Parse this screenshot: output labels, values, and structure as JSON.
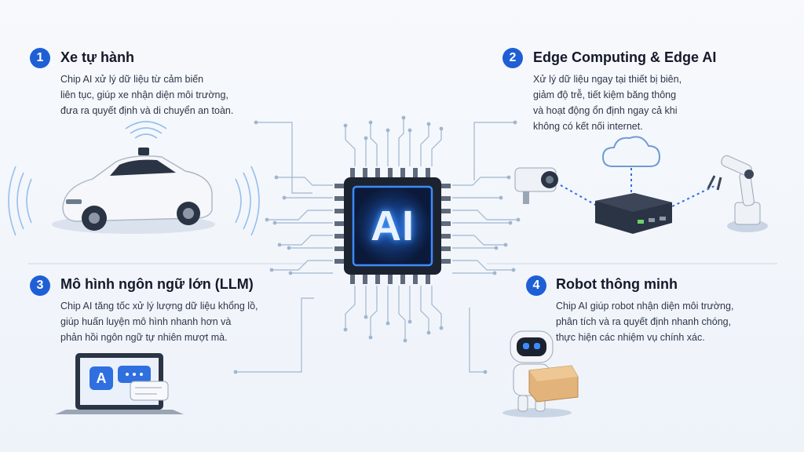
{
  "chip": {
    "label": "AI"
  },
  "sections": [
    {
      "number": "1",
      "title": "Xe tự hành",
      "lines": [
        "Chip AI xử lý dữ liệu từ cảm biến",
        "liên tục, giúp xe nhận diện môi trường,",
        "đưa ra quyết định và di chuyển an toàn."
      ]
    },
    {
      "number": "2",
      "title": "Edge Computing & Edge AI",
      "lines": [
        "Xử lý dữ liệu ngay tại thiết bị biên,",
        "giảm độ trễ, tiết kiệm băng thông",
        "và hoạt động ổn định ngay cả khi",
        "không có kết nối internet."
      ]
    },
    {
      "number": "3",
      "title": "Mô hình ngôn ngữ lớn (LLM)",
      "lines": [
        "Chip AI tăng tốc xử lý lượng dữ liệu khổng lồ,",
        "giúp huấn luyện mô hình nhanh hơn và",
        "phản hồi ngôn ngữ tự nhiên mượt mà."
      ]
    },
    {
      "number": "4",
      "title": "Robot thông minh",
      "lines": [
        "Chip AI giúp robot nhận diện môi trường,",
        "phân tích và ra quyết định nhanh chóng,",
        "thực hiện các nhiệm vụ chính xác."
      ]
    }
  ],
  "laptop": {
    "app_letter": "A"
  },
  "colors": {
    "accent": "#1f5fd6",
    "circuit": "#9fb6cf",
    "chip_glow": "#2f7dff"
  }
}
